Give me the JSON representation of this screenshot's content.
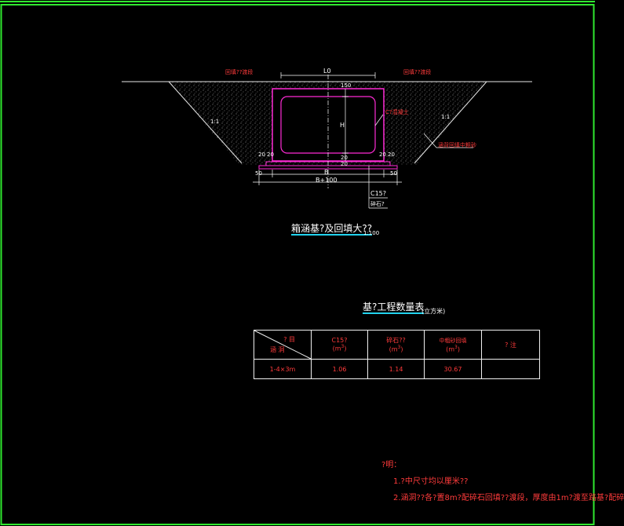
{
  "drawing": {
    "label_backfill_left": "回填??渡段",
    "label_backfill_right": "回填??渡段",
    "label_L0": "L0",
    "label_H": "H",
    "label_wall_top": "150",
    "label_wall_bottom": "20",
    "label_wall_bottom2": "20",
    "label_slope_left": "1:1",
    "label_slope_right": "1:1",
    "label_corner_left": "20",
    "label_corner_left2": "20",
    "label_corner_right": "20",
    "label_corner_right2": "20",
    "label_callout_base": "C?混凝土",
    "label_callout_fill": "涵背回填中粗砂",
    "label_dim_50_left": "50",
    "label_dim_50_right": "50",
    "label_B": "B",
    "label_B100": "B+100",
    "label_c15": "C15?",
    "label_gravel": "碎石?"
  },
  "section_title": "箱涵基?及回填大??",
  "section_scale": "1:100",
  "table_title": "基?工程数量表",
  "table_unit": "(立方米)",
  "table": {
    "header_top": "? 目",
    "header_bottom": "涵 洞",
    "col1": "C15?",
    "col2": "碎石??",
    "col3": "中粗砂回填",
    "unit": "m",
    "unit_exp": "3",
    "col4": "? 注",
    "row_label": "1-4×3m",
    "v1": "1.06",
    "v2": "1.14",
    "v3": "30.67",
    "v4": ""
  },
  "notes": {
    "heading": "?明：",
    "line1": "1.?中尺寸均以厘米??",
    "line2": "2.涵洞??各?置8m?配碎石回填??渡段，厚度由1m?渡至路基?配碎"
  }
}
